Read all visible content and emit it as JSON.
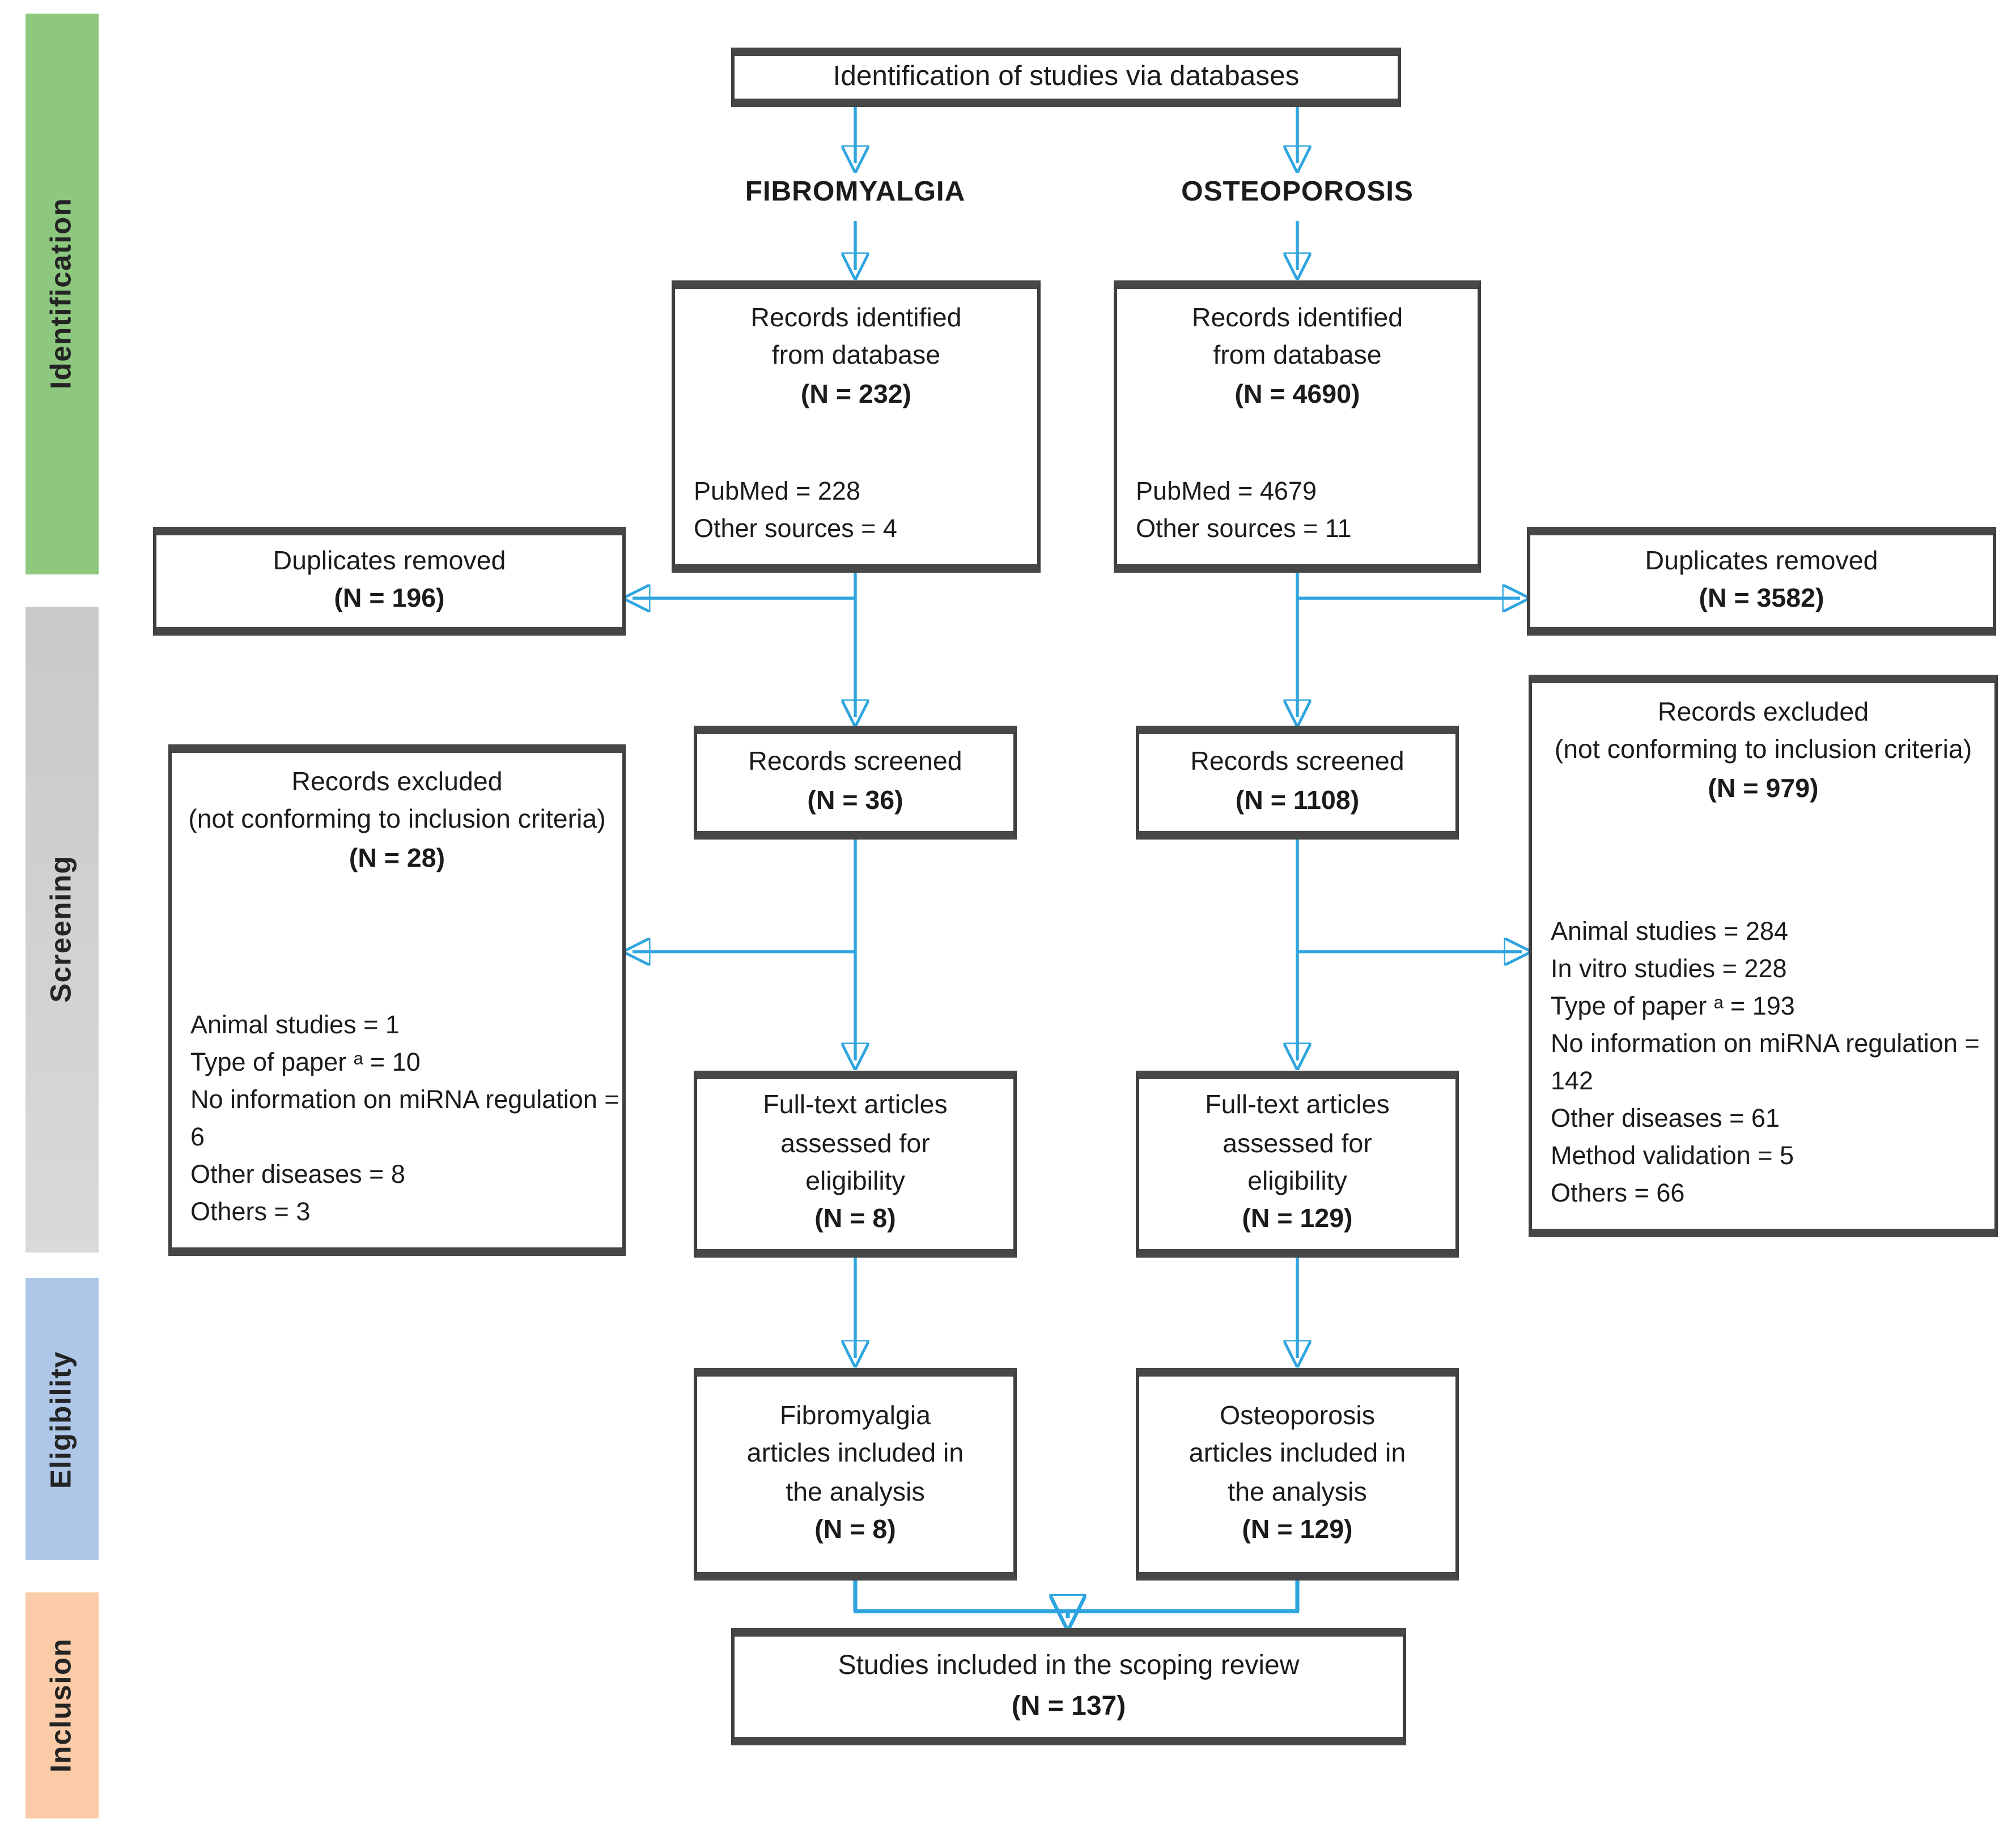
{
  "colors": {
    "identification": "#8DC87E",
    "screening": "#D2D2D2",
    "eligibility": "#AEC6E8",
    "inclusion": "#FACBA6",
    "arrow": "#2FA5DF"
  },
  "stages": [
    {
      "label": "Identification"
    },
    {
      "label": "Screening"
    },
    {
      "label": "Eligibility"
    },
    {
      "label": "Inclusion"
    }
  ],
  "top_box": {
    "title": "Identification of studies via databases"
  },
  "columns": {
    "left_label": "FIBROMYALGIA",
    "right_label": "OSTEOPOROSIS"
  },
  "boxes": {
    "fm_identified": {
      "l1": "Records identified",
      "l2": "from database",
      "n": "(N = 232)",
      "d1": "PubMed = 228",
      "d2": "Other sources = 4"
    },
    "op_identified": {
      "l1": "Records identified",
      "l2": "from database",
      "n": "(N = 4690)",
      "d1": "PubMed = 4679",
      "d2": "Other sources = 11"
    },
    "fm_duplicates": {
      "l1": "Duplicates removed",
      "n": "(N = 196)"
    },
    "op_duplicates": {
      "l1": "Duplicates removed",
      "n": "(N = 3582)"
    },
    "fm_screened": {
      "l1": "Records screened",
      "n": "(N = 36)"
    },
    "op_screened": {
      "l1": "Records screened",
      "n": "(N = 1108)"
    },
    "fm_excluded": {
      "l1": "Records excluded",
      "l2": "(not conforming to inclusion criteria)",
      "n": "(N = 28)",
      "details": [
        "Animal studies = 1",
        "Type of paper ᵃ = 10",
        "No information on miRNA regulation = 6",
        "Other diseases = 8",
        "Others = 3"
      ]
    },
    "op_excluded": {
      "l1": "Records excluded",
      "l2": "(not conforming to inclusion criteria)",
      "n": "(N = 979)",
      "details": [
        "Animal studies = 284",
        "In vitro studies = 228",
        "Type of paper ᵃ = 193",
        "No information on miRNA regulation = 142",
        "Other diseases = 61",
        "Method validation = 5",
        "Others = 66"
      ]
    },
    "fm_fulltext": {
      "l1": "Full-text articles",
      "l2": "assessed for",
      "l3": "eligibility",
      "n": "(N = 8)"
    },
    "op_fulltext": {
      "l1": "Full-text articles",
      "l2": "assessed for",
      "l3": "eligibility",
      "n": "(N = 129)"
    },
    "fm_included": {
      "l1": "Fibromyalgia",
      "l2": "articles included in",
      "l3": "the analysis",
      "n": "(N = 8)"
    },
    "op_included": {
      "l1": "Osteoporosis",
      "l2": "articles included in",
      "l3": "the analysis",
      "n": "(N = 129)"
    },
    "final": {
      "l1": "Studies included in the scoping review",
      "n": "(N = 137)"
    }
  }
}
